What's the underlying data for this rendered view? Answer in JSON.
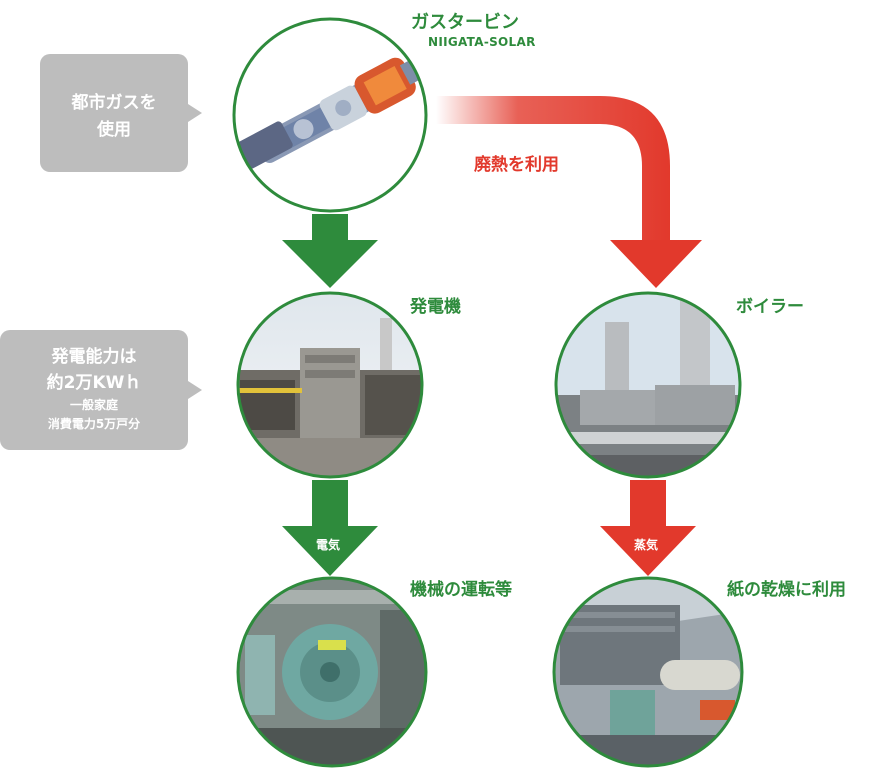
{
  "nodes": {
    "gas_turbine": {
      "label": "ガスタービン",
      "sublabel": "NIIGATA-SOLAR"
    },
    "generator": {
      "label": "発電機"
    },
    "boiler": {
      "label": "ボイラー"
    },
    "machinery": {
      "label": "機械の運転等"
    },
    "paper_drying": {
      "label": "紙の乾燥に利用"
    }
  },
  "callouts": {
    "gas": {
      "line1": "都市ガスを",
      "line2": "使用"
    },
    "capacity": {
      "line1": "発電能力は",
      "line2": "約2万KWｈ",
      "line3": "一般家庭",
      "line4": "消費電力5万戸分"
    }
  },
  "arrows": {
    "waste_heat": "廃熱を利用",
    "electricity": "電気",
    "steam": "蒸気"
  },
  "colors": {
    "green": "#2e8b3c",
    "red": "#e2392c",
    "gray": "#bdbdbd"
  }
}
